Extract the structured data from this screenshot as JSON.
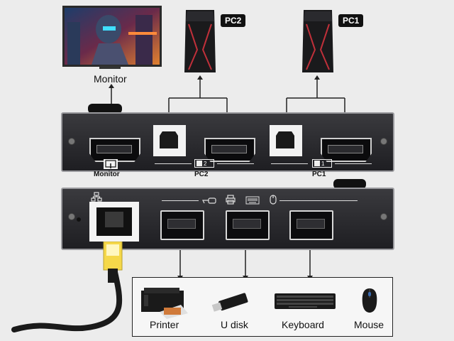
{
  "labels": {
    "monitor": "Monitor",
    "pc2": "PC2",
    "pc1": "PC1",
    "printer": "Printer",
    "udisk": "U disk",
    "keyboard": "Keyboard",
    "mouse": "Mouse"
  },
  "panel_labels": {
    "monitor": "Monitor",
    "pc2": "PC2",
    "pc1": "PC1",
    "badge2": "2",
    "badge1": "1"
  },
  "icons": {
    "network": "network-icon",
    "cable": "usb-cable-icon",
    "printer": "printer-icon",
    "keyboard": "keyboard-icon",
    "mouse": "mouse-icon",
    "monitor": "monitor-touch-icon"
  },
  "colors": {
    "panel": "#2b2b2f",
    "accent_red": "#c0303a",
    "background": "#ececec"
  }
}
